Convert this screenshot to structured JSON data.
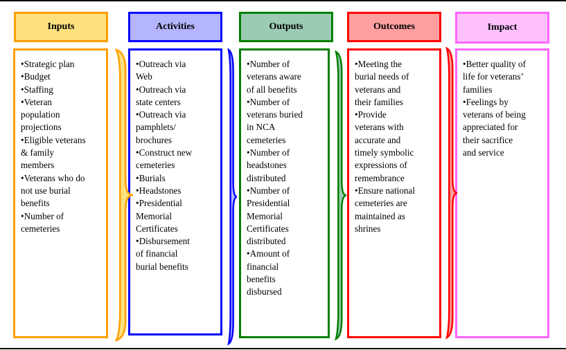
{
  "colors": {
    "inputs": {
      "border": "#ff9f00",
      "fill": "#fde17f"
    },
    "activities": {
      "border": "#0000ff",
      "fill": "#b4b4ff"
    },
    "outputs": {
      "border": "#008000",
      "fill": "#9ccbb3"
    },
    "outcomes": {
      "border": "#ff0000",
      "fill": "#ff9f9f"
    },
    "impact": {
      "border": "#ff66ff",
      "fill": "#ffc0ff"
    }
  },
  "columns": [
    {
      "title": "Inputs",
      "items": [
        "•Strategic plan",
        "•Budget",
        "•Staffing",
        "•Veteran\npopulation\nprojections",
        "•Eligible veterans\n& family\nmembers",
        "•Veterans who do\nnot use burial\nbenefits",
        "•Number of\ncemeteries"
      ]
    },
    {
      "title": "Activities",
      "items": [
        "•Outreach via\nWeb",
        "•Outreach via\nstate centers",
        "•Outreach via\npamphlets/\nbrochures",
        "•Construct new\ncemeteries",
        "•Burials",
        "•Headstones",
        "•Presidential\nMemorial\nCertificates",
        "•Disbursement\nof financial\nburial benefits"
      ]
    },
    {
      "title": "Outputs",
      "items": [
        "•Number of\nveterans aware\nof all benefits",
        "•Number of\nveterans buried\nin NCA\ncemeteries",
        "•Number of\nheadstones\ndistributed",
        "•Number of\nPresidential\nMemorial\nCertificates\ndistributed",
        "•Amount of\nfinancial\nbenefits\ndisbursed"
      ]
    },
    {
      "title": "Outcomes",
      "items": [
        "•Meeting the\nburial needs of\nveterans and\ntheir families",
        "•Provide\nveterans with\naccurate and\ntimely symbolic\nexpressions of\nremembrance",
        "•Ensure national\ncemeteries are\nmaintained as\nshrines"
      ]
    },
    {
      "title": "Impact",
      "items": [
        "•Better quality of\nlife for veterans’\nfamilies",
        "•Feelings by\nveterans of being\nappreciated for\ntheir sacrifice\nand service"
      ]
    }
  ]
}
